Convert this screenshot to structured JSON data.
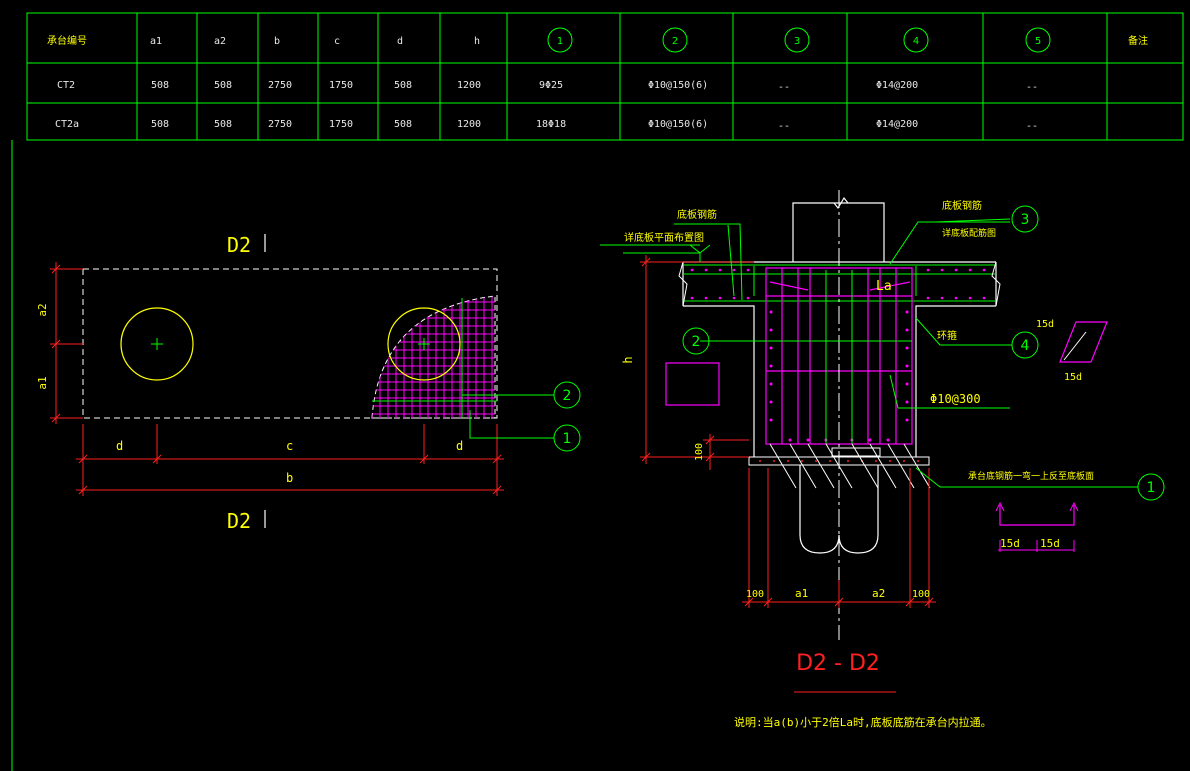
{
  "colors": {
    "background": "#000000",
    "table_line": "#00ff00",
    "dim_line": "#ff2020",
    "outline": "#ffffff",
    "rebar": "#ff00ff",
    "text": "#ffff00",
    "circle": "#ffff00",
    "leader": "#00ff00"
  },
  "table": {
    "headers": [
      "承台编号",
      "a1",
      "a2",
      "b",
      "c",
      "d",
      "h",
      "1",
      "2",
      "3",
      "4",
      "5",
      "备注"
    ],
    "rows": [
      [
        "CT2",
        "508",
        "508",
        "2750",
        "1750",
        "508",
        "1200",
        "9Φ25",
        "Φ10@150(6)",
        "--",
        "Φ14@200",
        "--",
        ""
      ],
      [
        "CT2a",
        "508",
        "508",
        "2750",
        "1750",
        "508",
        "1200",
        "18Φ18",
        "Φ10@150(6)",
        "--",
        "Φ14@200",
        "--",
        ""
      ]
    ]
  },
  "plan": {
    "section_label_top": "D2",
    "section_label_bottom": "D2",
    "dim_a2": "a2",
    "dim_a1": "a1",
    "dim_d_left": "d",
    "dim_c": "c",
    "dim_d_right": "d",
    "dim_b": "b",
    "callout_2": "2",
    "callout_1": "1"
  },
  "section": {
    "title": "D2 - D2",
    "label_bottom_rebar": "底板钢筋",
    "label_slab_elev": "详底板平面布置图",
    "label_slab_rebar_right": "底板钢筋",
    "label_slab_detail_right": "详底板配筋图",
    "label_la": "La",
    "label_ring": "环箍",
    "label_stirrup": "Φ10@300",
    "label_dim_h": "h",
    "label_dim_100_vert": "100",
    "label_bottom_note": "承台底钢筋一弯一上反至底板面",
    "label_15d_a": "15d",
    "label_15d_b": "15d",
    "label_15d_c": "15d",
    "label_15d_d": "15d",
    "dim_100_left": "100",
    "dim_a1": "a1",
    "dim_a2": "a2",
    "dim_100_right": "100",
    "callout_3": "3",
    "callout_2": "2",
    "callout_4": "4",
    "callout_1": "1",
    "note": "说明:当a(b)小于2倍La时,底板底筋在承台内拉通。"
  }
}
